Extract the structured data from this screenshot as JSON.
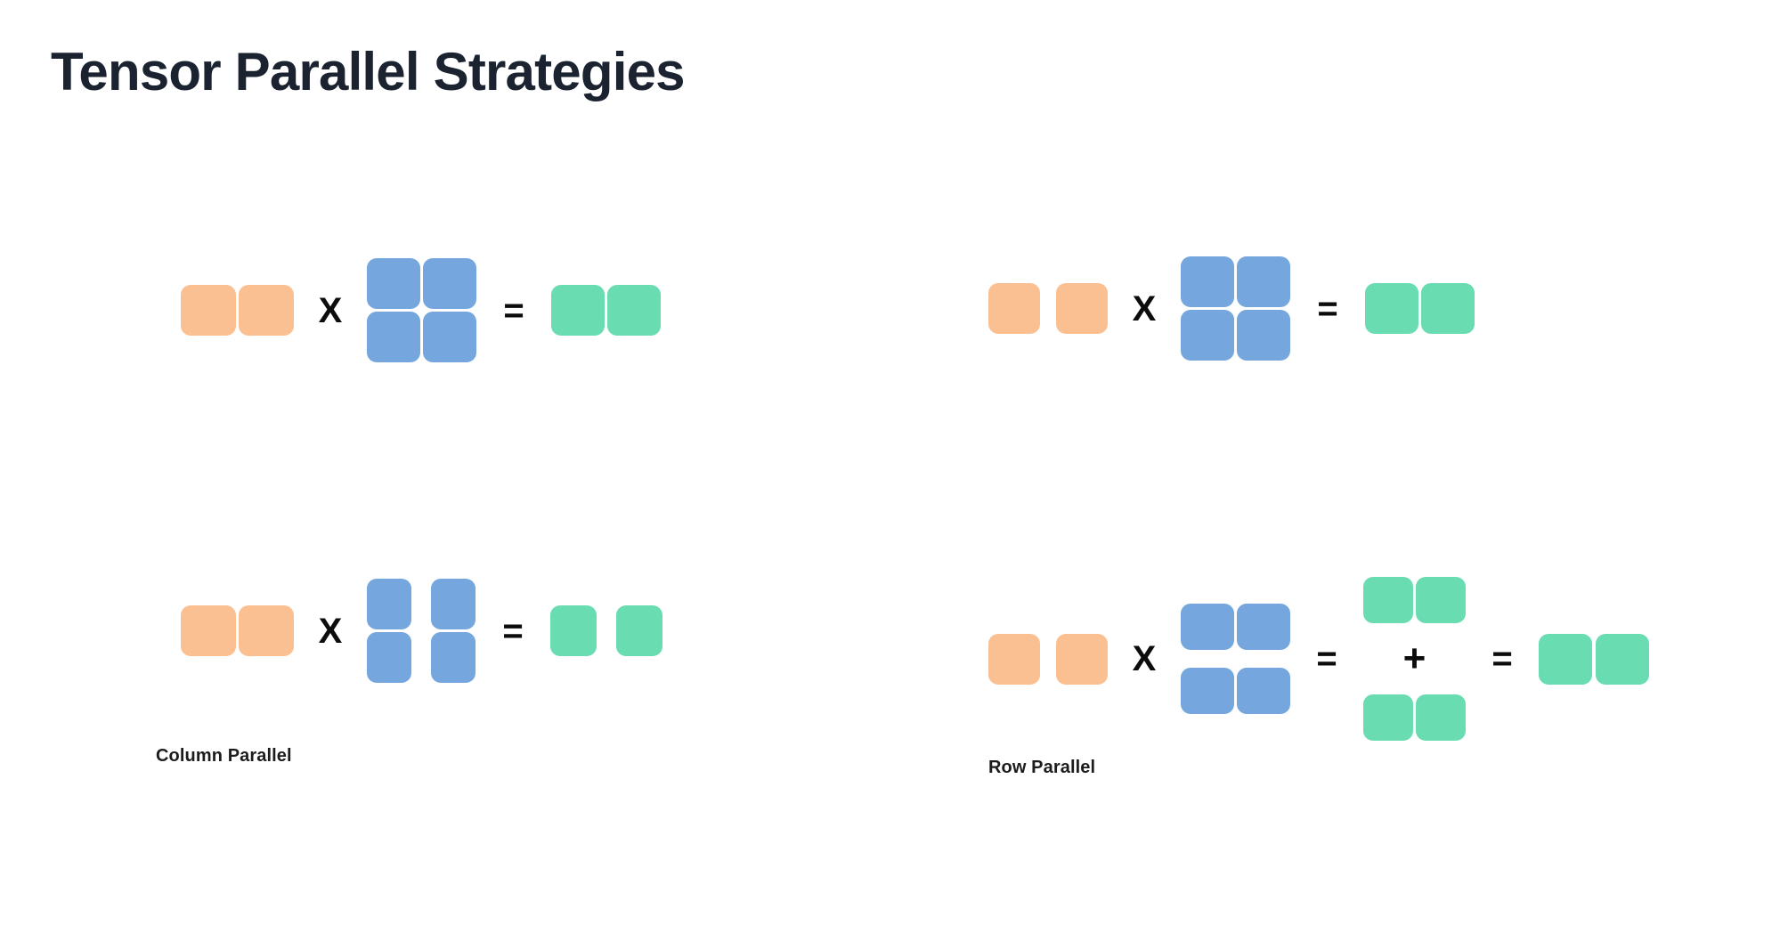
{
  "slide": {
    "title": "Tensor Parallel Strategies",
    "background_color": "#ffffff"
  },
  "palette": {
    "input_orange": "#fbc092",
    "weight_blue": "#75a7de",
    "output_green": "#6adcb1",
    "title_color": "#1b2330",
    "operator_color": "#0c0c0c",
    "caption_color": "#1c1c1c"
  },
  "operators": {
    "multiply": "X",
    "equals": "=",
    "plus": "+"
  },
  "panels": [
    {
      "id": "column-parallel",
      "caption": "Column Parallel",
      "rows": [
        {
          "id": "column-parallel-unsharded",
          "description": "Full matmul: input row times full weight matrix equals full output row",
          "terms": [
            {
              "kind": "matrix",
              "name": "input-activations",
              "color": "#fbc092",
              "shape": [
                1,
                2
              ],
              "split": "none"
            },
            {
              "kind": "operator",
              "name": "multiply",
              "symbol": "X"
            },
            {
              "kind": "matrix",
              "name": "weight-matrix",
              "color": "#75a7de",
              "shape": [
                2,
                2
              ],
              "split": "none"
            },
            {
              "kind": "operator",
              "name": "equals",
              "symbol": "="
            },
            {
              "kind": "matrix",
              "name": "output-activations",
              "color": "#6adcb1",
              "shape": [
                1,
                2
              ],
              "split": "none"
            }
          ]
        },
        {
          "id": "column-parallel-sharded",
          "description": "Weight matrix split along columns; output split along columns",
          "terms": [
            {
              "kind": "matrix",
              "name": "input-activations",
              "color": "#fbc092",
              "shape": [
                1,
                2
              ],
              "split": "none"
            },
            {
              "kind": "operator",
              "name": "multiply",
              "symbol": "X"
            },
            {
              "kind": "matrix",
              "name": "weight-matrix-column-sharded",
              "color": "#75a7de",
              "shape": [
                2,
                2
              ],
              "split": "columns"
            },
            {
              "kind": "operator",
              "name": "equals",
              "symbol": "="
            },
            {
              "kind": "matrix",
              "name": "output-activations-column-sharded",
              "color": "#6adcb1",
              "shape": [
                1,
                2
              ],
              "split": "columns"
            }
          ]
        }
      ]
    },
    {
      "id": "row-parallel",
      "caption": "Row Parallel",
      "rows": [
        {
          "id": "row-parallel-unsharded",
          "description": "Full matmul with input split along columns",
          "terms": [
            {
              "kind": "matrix",
              "name": "input-activations-column-sharded",
              "color": "#fbc092",
              "shape": [
                1,
                2
              ],
              "split": "columns"
            },
            {
              "kind": "operator",
              "name": "multiply",
              "symbol": "X"
            },
            {
              "kind": "matrix",
              "name": "weight-matrix",
              "color": "#75a7de",
              "shape": [
                2,
                2
              ],
              "split": "none"
            },
            {
              "kind": "operator",
              "name": "equals",
              "symbol": "="
            },
            {
              "kind": "matrix",
              "name": "output-activations",
              "color": "#6adcb1",
              "shape": [
                1,
                2
              ],
              "split": "none"
            }
          ]
        },
        {
          "id": "row-parallel-sharded",
          "description": "Weight matrix split along rows; partial outputs summed to give full output",
          "terms": [
            {
              "kind": "matrix",
              "name": "input-activations-column-sharded",
              "color": "#fbc092",
              "shape": [
                1,
                2
              ],
              "split": "columns"
            },
            {
              "kind": "operator",
              "name": "multiply",
              "symbol": "X"
            },
            {
              "kind": "matrix",
              "name": "weight-matrix-row-sharded",
              "color": "#75a7de",
              "shape": [
                2,
                2
              ],
              "split": "rows"
            },
            {
              "kind": "operator",
              "name": "equals",
              "symbol": "="
            },
            {
              "kind": "matrix",
              "name": "partial-output-stack",
              "color": "#6adcb1",
              "shape": [
                2,
                2
              ],
              "split": "rows-wide"
            },
            {
              "kind": "operator",
              "name": "plus",
              "symbol": "+"
            },
            {
              "kind": "operator",
              "name": "equals",
              "symbol": "="
            },
            {
              "kind": "matrix",
              "name": "output-activations-reduced",
              "color": "#6adcb1",
              "shape": [
                1,
                2
              ],
              "split": "none"
            }
          ]
        }
      ]
    }
  ]
}
